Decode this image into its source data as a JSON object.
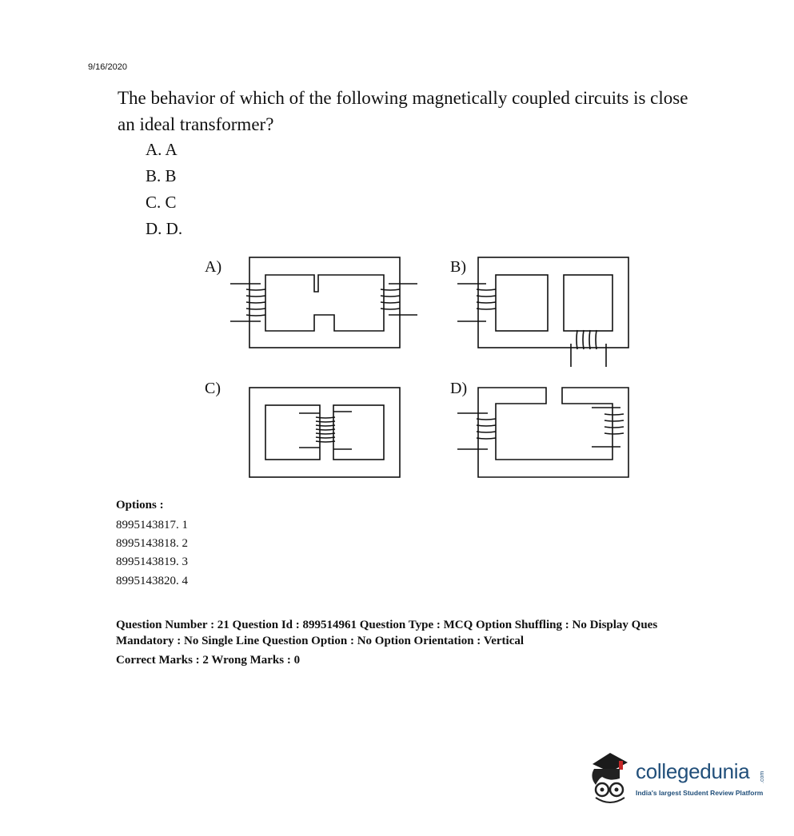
{
  "header": {
    "date": "9/16/2020"
  },
  "question": {
    "line1": "The behavior of which of the following magnetically coupled circuits is close",
    "line2": "an ideal transformer?",
    "choices": [
      "A.  A",
      "B.  B",
      "C.  C",
      "D.  D."
    ]
  },
  "figure": {
    "labels": [
      "A)",
      "B)",
      "C)",
      "D)"
    ]
  },
  "options": {
    "heading": "Options :",
    "items": [
      "8995143817. 1",
      "8995143818. 2",
      "8995143819. 3",
      "8995143820. 4"
    ]
  },
  "meta": {
    "line1": "Question Number : 21 Question Id : 899514961 Question Type : MCQ Option Shuffling : No Display Ques",
    "line2": "Mandatory : No Single Line Question Option : No Option Orientation : Vertical",
    "line3": "Correct Marks : 2 Wrong Marks : 0"
  },
  "brand": {
    "name": "collegedunia",
    "suffix": ".com",
    "tagline": "India's largest Student Review Platform",
    "color": "#214f7a"
  }
}
